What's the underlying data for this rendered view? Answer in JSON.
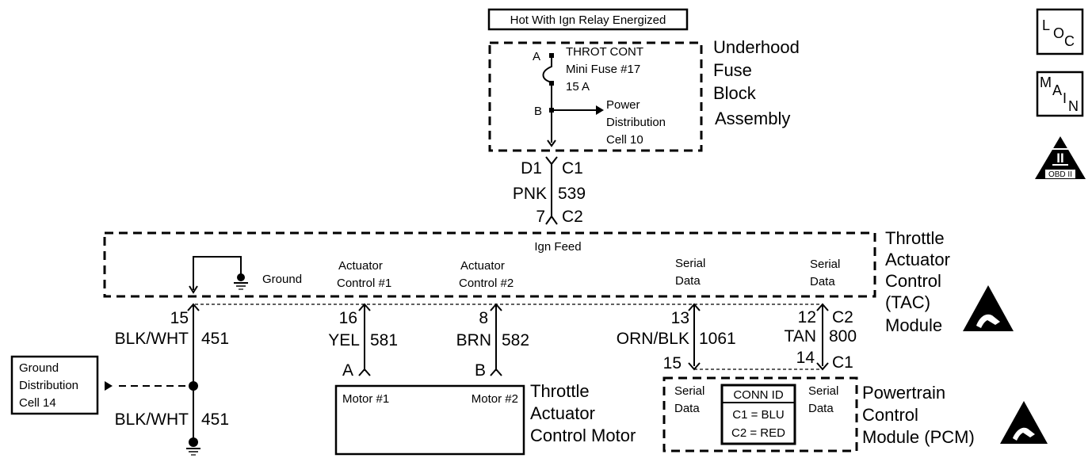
{
  "fuse_block": {
    "hot_label": "Hot With Ign Relay Energized",
    "title_lines": [
      "Underhood",
      "Fuse",
      "Block",
      "Assembly"
    ],
    "fuse_name": "THROT CONT",
    "fuse_type": "Mini Fuse #17",
    "fuse_rating": "15 A",
    "pin_a": "A",
    "pin_b": "B",
    "power_dist": [
      "Power",
      "Distribution",
      "Cell 10"
    ],
    "conn_top_pin": "D1",
    "conn_top_id": "C1"
  },
  "feed_wire": {
    "color": "PNK",
    "circuit": "539",
    "tac_pin": "7",
    "tac_conn": "C2"
  },
  "tac_module": {
    "title_lines": [
      "Throttle",
      "Actuator",
      "Control",
      "(TAC)",
      "Module"
    ],
    "ign_feed": "Ign Feed",
    "ground": "Ground",
    "act1": [
      "Actuator",
      "Control #1"
    ],
    "act2": [
      "Actuator",
      "Control #2"
    ],
    "serial1": [
      "Serial",
      "Data"
    ],
    "serial2": [
      "Serial",
      "Data"
    ]
  },
  "wires": {
    "ground": {
      "pin": "15",
      "color": "BLK/WHT",
      "circuit": "451"
    },
    "ground_lower": {
      "color": "BLK/WHT",
      "circuit": "451"
    },
    "act1": {
      "pin": "16",
      "color": "YEL",
      "circuit": "581",
      "motor_pin": "A"
    },
    "act2": {
      "pin": "8",
      "color": "BRN",
      "circuit": "582",
      "motor_pin": "B"
    },
    "serial1": {
      "pin": "13",
      "color": "ORN/BLK",
      "circuit": "1061",
      "pcm_pin": "15"
    },
    "serial2": {
      "pin": "12",
      "conn": "C2",
      "color": "TAN",
      "circuit": "800",
      "pcm_pin": "14",
      "pcm_conn": "C1"
    }
  },
  "ground_dist": [
    "Ground",
    "Distribution",
    "Cell 14"
  ],
  "motor": {
    "title_lines": [
      "Throttle",
      "Actuator",
      "Control Motor"
    ],
    "m1": "Motor #1",
    "m2": "Motor #2"
  },
  "pcm": {
    "title_lines": [
      "Powertrain",
      "Control",
      "Module (PCM)"
    ],
    "serial1": [
      "Serial",
      "Data"
    ],
    "serial2": [
      "Serial",
      "Data"
    ],
    "conn_id": "CONN ID",
    "c1": "C1 = BLU",
    "c2": "C2 = RED"
  },
  "icons": {
    "loc": {
      "l": "L",
      "o": "O",
      "c": "C"
    },
    "main": {
      "m": "M",
      "a": "A",
      "i": "I",
      "n": "N"
    },
    "obd": {
      "big": "II",
      "small": "OBD II"
    }
  }
}
